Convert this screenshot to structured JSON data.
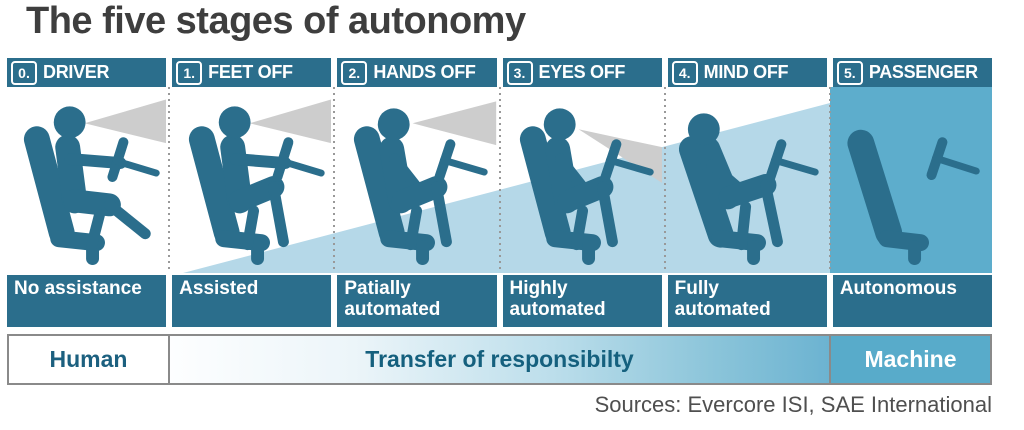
{
  "title": "The five stages of autonomy",
  "stages": [
    {
      "number": "0.",
      "name": "DRIVER",
      "label_lines": [
        "No assistance"
      ]
    },
    {
      "number": "1.",
      "name": "FEET OFF",
      "label_lines": [
        "Assisted"
      ]
    },
    {
      "number": "2.",
      "name": "HANDS OFF",
      "label_lines": [
        "Patially",
        "automated"
      ]
    },
    {
      "number": "3.",
      "name": "EYES OFF",
      "label_lines": [
        "Highly",
        "automated"
      ]
    },
    {
      "number": "4.",
      "name": "MIND OFF",
      "label_lines": [
        "Fully",
        "automated"
      ]
    },
    {
      "number": "5.",
      "name": "PASSENGER",
      "label_lines": [
        "Autonomous"
      ]
    }
  ],
  "responsibility_bar": {
    "left": "Human",
    "middle": "Transfer of responsibilty",
    "right": "Machine"
  },
  "source": "Sources: Evercore ISI, SAE International",
  "colors": {
    "teal": "#2b6e8c",
    "ramp_light_blue": "#b5d8e8",
    "passenger_bg": "#5dadcc",
    "machine_blue": "#58abca",
    "cone_gray": "#cdcdcd",
    "title_gray": "#3e3e3e"
  }
}
